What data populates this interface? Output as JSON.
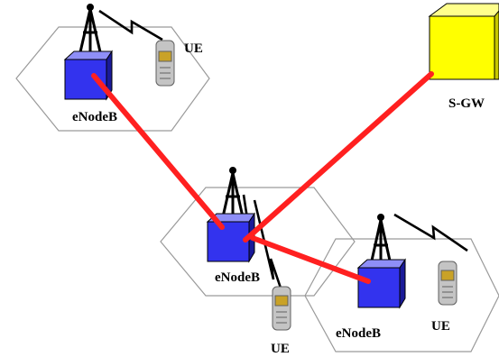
{
  "labels": {
    "enodeb_top": "eNodeB",
    "ue_top": "UE",
    "sgw": "S-GW",
    "enodeb_middle": "eNodeB",
    "enodeb_right": "eNodeB",
    "ue_bottom": "UE",
    "ue_right": "UE"
  },
  "colors": {
    "cell_outline": "#9a9a9a",
    "enodeb_front": "#3333ee",
    "enodeb_top": "#8e8ef7",
    "enodeb_side": "#1a1a99",
    "sgw_front": "#ffff00",
    "sgw_top": "#ffff8c",
    "sgw_side": "#c8c800",
    "link": "#ff2020",
    "tower": "#000000",
    "text": "#000000"
  },
  "icons": {
    "enodeb": "enodeb-box-icon",
    "tower": "antenna-tower-icon",
    "radio_wave": "lightning-wave-icon",
    "ue": "mobile-phone-icon",
    "sgw": "sgw-cube-icon"
  }
}
